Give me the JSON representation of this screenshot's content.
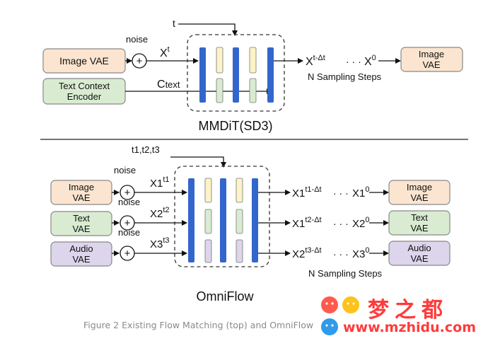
{
  "top": {
    "noise": "noise",
    "t": "t",
    "image_vae": "Image VAE",
    "text_encoder_line1": "Text Context",
    "text_encoder_line2": "Encoder",
    "xt_base": "X",
    "xt_sup": "t",
    "c_base": "C",
    "c_sub": "text",
    "out_base": "X",
    "out_sup": "t-Δt",
    "ellipsis": "· · ·",
    "x0_base": "X",
    "x0_sup": "0",
    "output_line1": "Image",
    "output_line2": "VAE",
    "steps": "N Sampling Steps",
    "model_label": "MMDiT(SD3)"
  },
  "bottom": {
    "t_label": "t1,t2,t3",
    "noise": "noise",
    "inputs": [
      {
        "line1": "Image",
        "line2": "VAE",
        "x_base": "X1",
        "x_sup": "t1",
        "out_base": "X1",
        "out_sup": "t1-Δt",
        "end_base": "X1",
        "end_sup": "0",
        "output_line1": "Image",
        "output_line2": "VAE"
      },
      {
        "line1": "Text",
        "line2": "VAE",
        "x_base": "X2",
        "x_sup": "t2",
        "out_base": "X1",
        "out_sup": "t2-Δt",
        "end_base": "X2",
        "end_sup": "0",
        "output_line1": "Text",
        "output_line2": "VAE"
      },
      {
        "line1": "Audio",
        "line2": "VAE",
        "x_base": "X3",
        "x_sup": "t3",
        "out_base": "X2",
        "out_sup": "t3-Δt",
        "end_base": "X3",
        "end_sup": "0",
        "output_line1": "Audio",
        "output_line2": "VAE"
      }
    ],
    "ellipsis": "· · ·",
    "steps": "N Sampling Steps",
    "model_label": "OmniFlow"
  },
  "caption": "Figure 2 Existing Flow Matching (top) and OmniFlow",
  "watermark": {
    "cn": "梦之都",
    "url": "www.mzhidu.com"
  },
  "colors": {
    "image_fill": "#fbe5d0",
    "text_fill": "#d9ecd2",
    "audio_fill": "#dcd5ec",
    "blue_bar": "#3366cc",
    "yellow_bar": "#fdf3c8",
    "green_bar": "#d9ecd2",
    "purple_bar": "#dcd5ec"
  }
}
